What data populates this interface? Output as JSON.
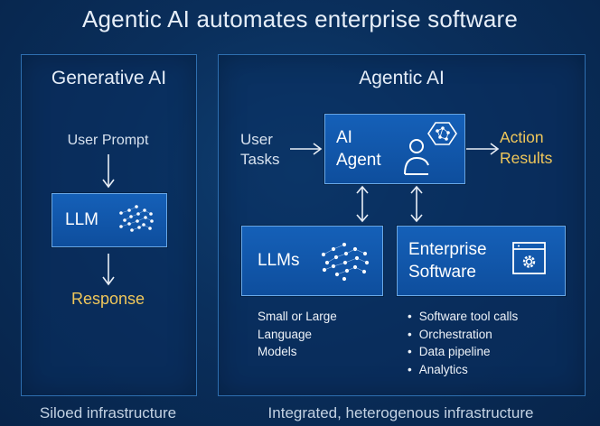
{
  "title": "Agentic AI automates enterprise software",
  "left": {
    "heading": "Generative AI",
    "input": "User Prompt",
    "box": "LLM",
    "output": "Response",
    "footer": "Siloed infrastructure"
  },
  "right": {
    "heading": "Agentic AI",
    "input_line1": "User",
    "input_line2": "Tasks",
    "agent_line1": "AI",
    "agent_line2": "Agent",
    "output_line1": "Action",
    "output_line2": "Results",
    "llms_box": "LLMs",
    "llms_desc": [
      "Small or Large",
      "Language",
      "Models"
    ],
    "enterprise_line1": "Enterprise",
    "enterprise_line2": "Software",
    "enterprise_bullets": [
      "Software tool calls",
      "Orchestration",
      "Data pipeline",
      "Analytics"
    ],
    "footer": "Integrated, heterogenous infrastructure"
  },
  "colors": {
    "background": "#0a2f5c",
    "box_fill": "#1560b8",
    "box_border": "#6aa9e8",
    "accent_gold": "#f0c75a",
    "panel_border": "#2e6fb0"
  }
}
